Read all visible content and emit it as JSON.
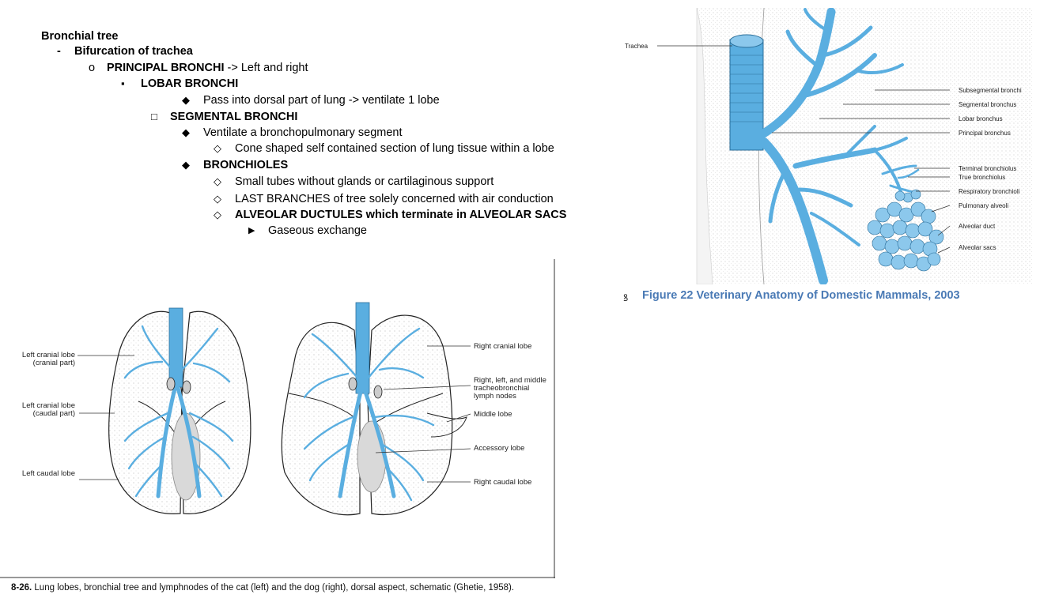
{
  "outline": {
    "heading": "Bronchial tree",
    "l1": {
      "marker": "-",
      "text": "Bifurcation of trachea"
    },
    "l2": {
      "marker": "o",
      "bold": "PRINCIPAL BRONCHI",
      "rest": "  -> Left and right"
    },
    "l3": {
      "marker": "▪",
      "text": "LOBAR BRONCHI"
    },
    "l4": {
      "marker": "◆",
      "text": "Pass into dorsal part of lung -> ventilate 1 lobe"
    },
    "l5": {
      "marker": "□",
      "text": "SEGMENTAL BRONCHI"
    },
    "l6": {
      "marker": "◆",
      "text": "Ventilate a bronchopulmonary segment"
    },
    "l7": {
      "marker": "◇",
      "text": "Cone shaped self contained section of lung tissue within a lobe"
    },
    "l8": {
      "marker": "◆",
      "text": "BRONCHIOLES"
    },
    "l9": {
      "marker": "◇",
      "text": "Small tubes without glands or cartilaginous support"
    },
    "l10": {
      "marker": "◇",
      "text": "LAST BRANCHES of tree solely concerned with air conduction"
    },
    "l11": {
      "marker": "◇",
      "text": "ALVEOLAR DUCTULES which terminate in ALVEOLAR SACS"
    },
    "l12": {
      "marker": "▶",
      "text": "Gaseous exchange"
    }
  },
  "figure_lungs": {
    "labels_left": [
      "Left cranial lobe",
      "(cranial part)",
      "Left cranial lobe",
      "(caudal part)",
      "Left caudal lobe"
    ],
    "labels_right": [
      "Right cranial lobe",
      "Right, left, and middle",
      "tracheobronchial",
      "lymph nodes",
      "Middle lobe",
      "Accessory lobe",
      "Right caudal lobe"
    ],
    "caption_num": "8-26.",
    "caption_text": " Lung lobes, bronchial tree and lymphnodes of the cat (left) and the dog (right), dorsal aspect, schematic (Ghetie, 1958)."
  },
  "figure_tree": {
    "trachea_label": "Trachea",
    "labels": [
      "Subsegmental bronchi",
      "Segmental bronchus",
      "Lobar bronchus",
      "Principal bronchus",
      "Terminal bronchiolus",
      "True bronchiolus",
      "Respiratory bronchioli",
      "Pulmonary alveoli",
      "Alveolar duct",
      "Alveolar sacs"
    ],
    "caption": "Figure 22 Veterinary Anatomy of Domestic Mammals, 2003"
  },
  "colors": {
    "airway_blue": "#5aaee0",
    "caption_blue": "#4a7ab5"
  }
}
